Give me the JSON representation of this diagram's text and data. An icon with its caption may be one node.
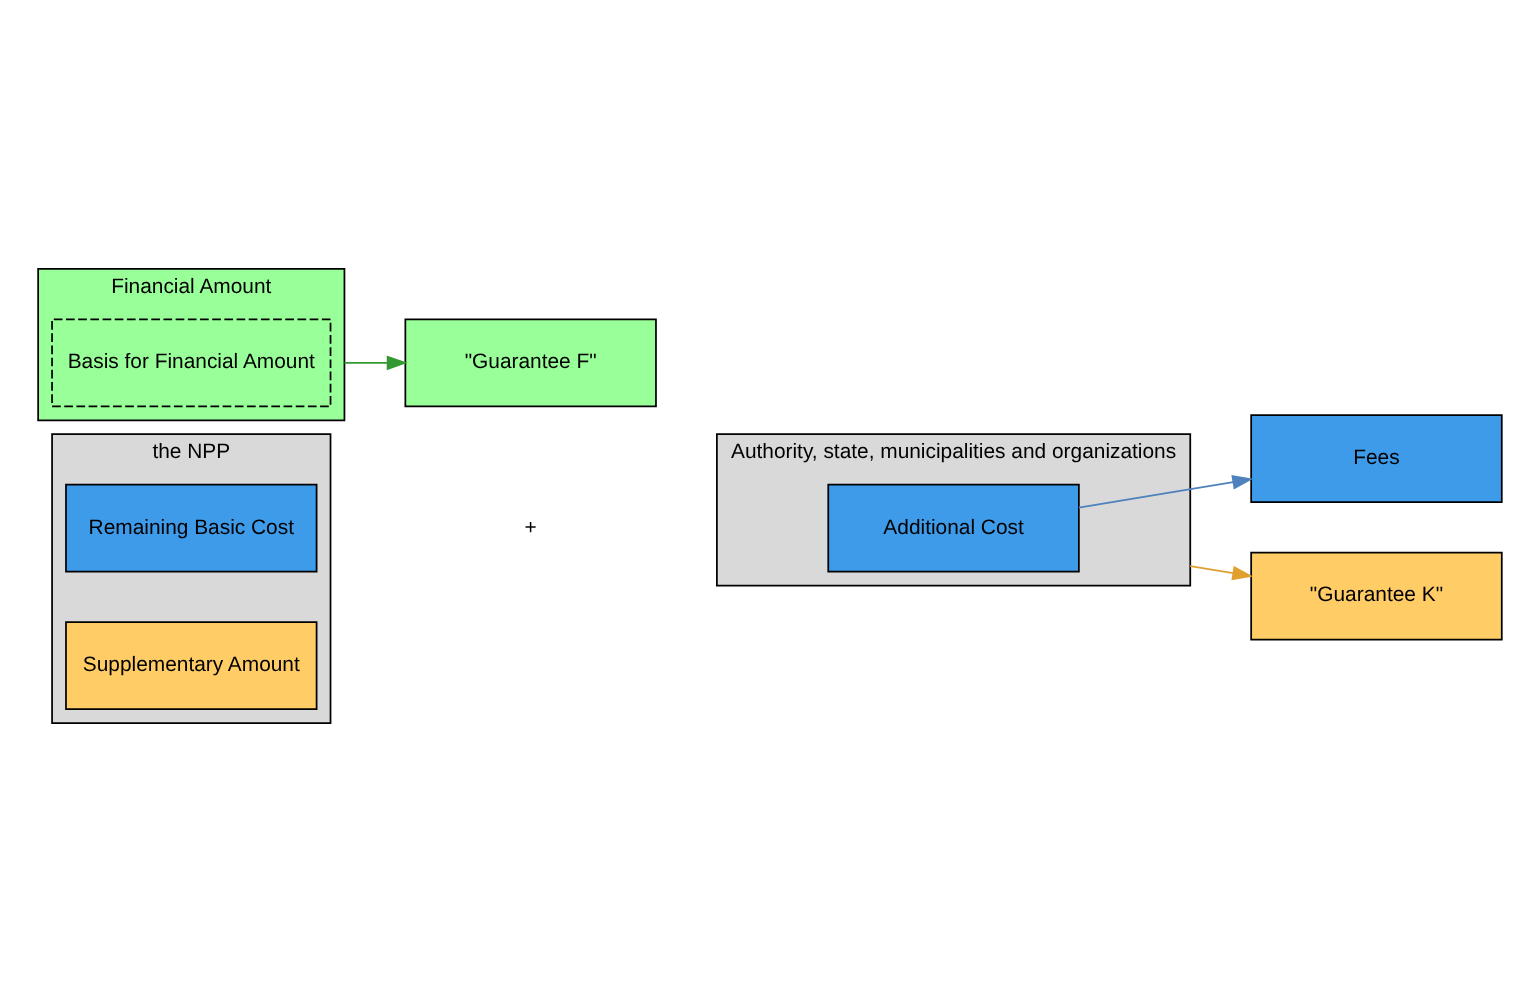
{
  "diagram": {
    "nodes": [
      {
        "text": [
          "the NPP"
        ]
      },
      {
        "text": [
          "Authority, state, municipalities and organizations"
        ]
      },
      {
        "text": [
          "Remaining Basic Cost"
        ],
        "in": 0
      },
      {
        "text": [
          "Additional Cost"
        ],
        "in": 1
      },
      {
        "text": [
          "Fees"
        ]
      },
      {
        "text": [
          "Financial Amount"
        ]
      },
      {
        "text": [
          "Basis for Financial Amount"
        ],
        "in": 5
      },
      {
        "text": [
          "\"Guarantee F\""
        ]
      },
      {
        "text": [
          "Supplementary Amount"
        ],
        "in": 0
      },
      {
        "text": [
          "\"Guarantee K\""
        ]
      }
    ],
    "edges": [
      {
        "from": 3,
        "to": 4,
        "arrow": "to",
        "color": "#4f81bd"
      },
      {
        "from": 5,
        "to": 7,
        "arrow": "to",
        "color": "#339933"
      },
      {
        "from": 1,
        "to": 9,
        "arrow": "to",
        "color": "#e0a030"
      }
    ],
    "labels": [
      "+"
    ]
  }
}
